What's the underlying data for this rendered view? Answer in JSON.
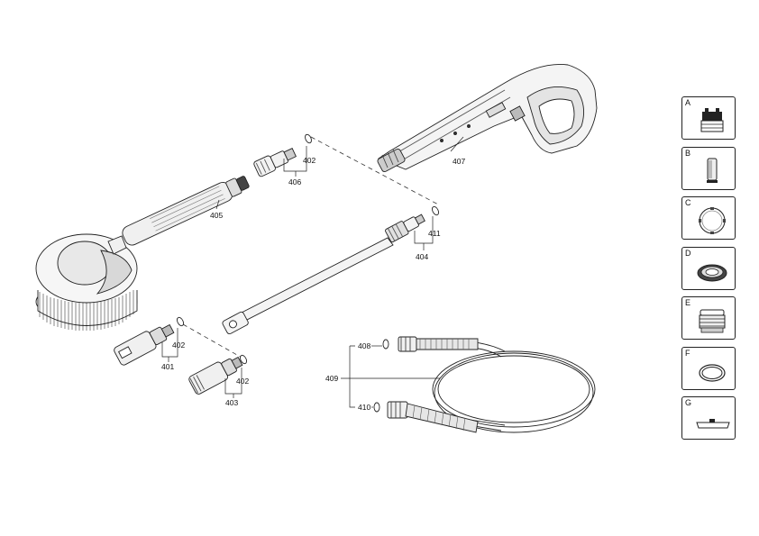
{
  "callouts": {
    "c401": "401",
    "c402a": "402",
    "c402b": "402",
    "c402c": "402",
    "c403": "403",
    "c404": "404",
    "c405": "405",
    "c406": "406",
    "c407": "407",
    "c408": "408",
    "c409": "409",
    "c410": "410",
    "c411": "411"
  },
  "legend": [
    {
      "letter": "A",
      "icon": "connector-icon"
    },
    {
      "letter": "B",
      "icon": "cylinder-icon"
    },
    {
      "letter": "C",
      "icon": "ring-icon"
    },
    {
      "letter": "D",
      "icon": "seal-icon"
    },
    {
      "letter": "E",
      "icon": "coupling-icon"
    },
    {
      "letter": "F",
      "icon": "o-ring-icon"
    },
    {
      "letter": "G",
      "icon": "blade-icon"
    }
  ]
}
